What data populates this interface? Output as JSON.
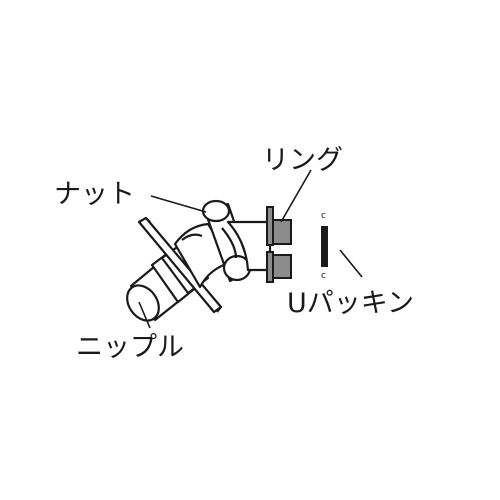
{
  "labels": {
    "ring": "リング",
    "nut": "ナット",
    "u_packing": "Uパッキン",
    "nipple": "ニップル"
  },
  "colors": {
    "line": "#1a1a1a",
    "ring_fill": "#8c8c8c",
    "packing_fill": "#1a1a1a",
    "background": "#ffffff"
  }
}
